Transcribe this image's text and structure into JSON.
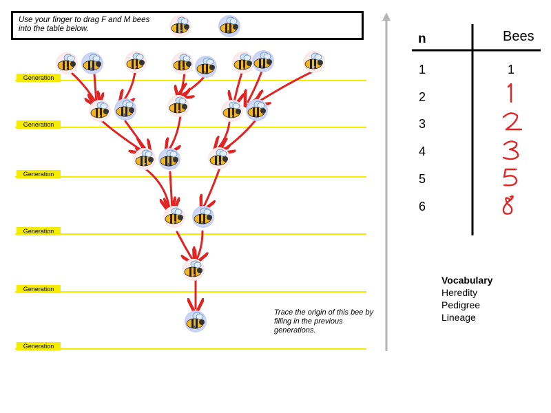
{
  "instruction": "Use your finger to drag F and M bees into the table below.",
  "generation_label": "Generation",
  "bee_letters": {
    "female": "F",
    "male": "M"
  },
  "trace_note": "Trace the origin of this bee by filling in the previous generations.",
  "table": {
    "header_n": "n",
    "header_bees": "Bees",
    "rows": [
      {
        "n": "1",
        "bees": "1"
      },
      {
        "n": "2",
        "bees": "1"
      },
      {
        "n": "3",
        "bees": "2"
      },
      {
        "n": "4",
        "bees": "3"
      },
      {
        "n": "5",
        "bees": "5"
      },
      {
        "n": "6",
        "bees": "8"
      }
    ]
  },
  "vocabulary": {
    "title": "Vocabulary",
    "words": [
      "Heredity",
      "Pedigree",
      "Lineage"
    ]
  },
  "colors": {
    "generation_line": "#f5ec00",
    "arrow": "#e02424",
    "handwriting": "#e02424",
    "female_bubble": "#f6dfe2",
    "male_bubble": "#b8c4ef"
  }
}
